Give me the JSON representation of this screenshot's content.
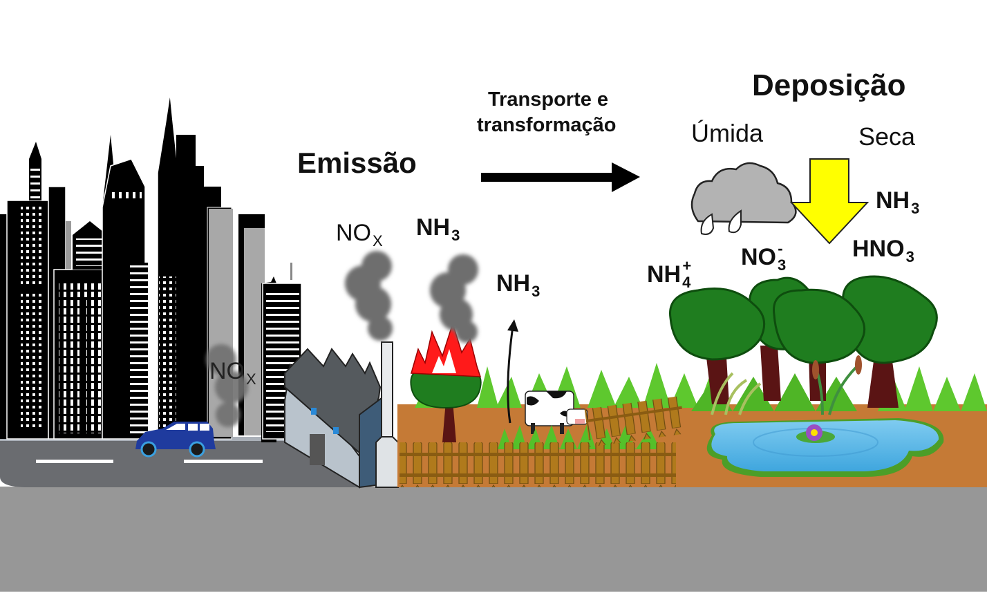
{
  "headings": {
    "emission": "Emissão",
    "transport_line1": "Transporte e",
    "transport_line2": "transformação",
    "deposition": "Deposição",
    "wet": "Úmida",
    "dry": "Seca"
  },
  "species": {
    "city_nox": {
      "base": "NO",
      "sub": "X"
    },
    "factory_nox": {
      "base": "NO",
      "sub": "X"
    },
    "fire_nh3": {
      "base": "NH",
      "sub": "3"
    },
    "cattle_nh3": {
      "base": "NH",
      "sub": "3"
    },
    "dry_nh3": {
      "base": "NH",
      "sub": "3"
    },
    "dry_hno3": {
      "base": "HNO",
      "sub": "3"
    },
    "wet_nh4": {
      "base": "NH",
      "sub": "4",
      "charge": "+"
    },
    "wet_no3": {
      "base": "NO",
      "sub": "3",
      "charge": "-"
    }
  },
  "colors": {
    "ground_band": "#979797",
    "road": "#6a6c70",
    "soil": "#c57a36",
    "tree_green": "#1f7d1f",
    "trunk": "#5a1414",
    "grass": "#5ec82e",
    "fire": "#ff1a1a",
    "smoke": "#6e6e6e",
    "cloud": "#b3b3b3",
    "dry_arrow": "#ffff00",
    "water": "#5bb8ea",
    "car": "#1f3b9e",
    "building": "#000000"
  }
}
